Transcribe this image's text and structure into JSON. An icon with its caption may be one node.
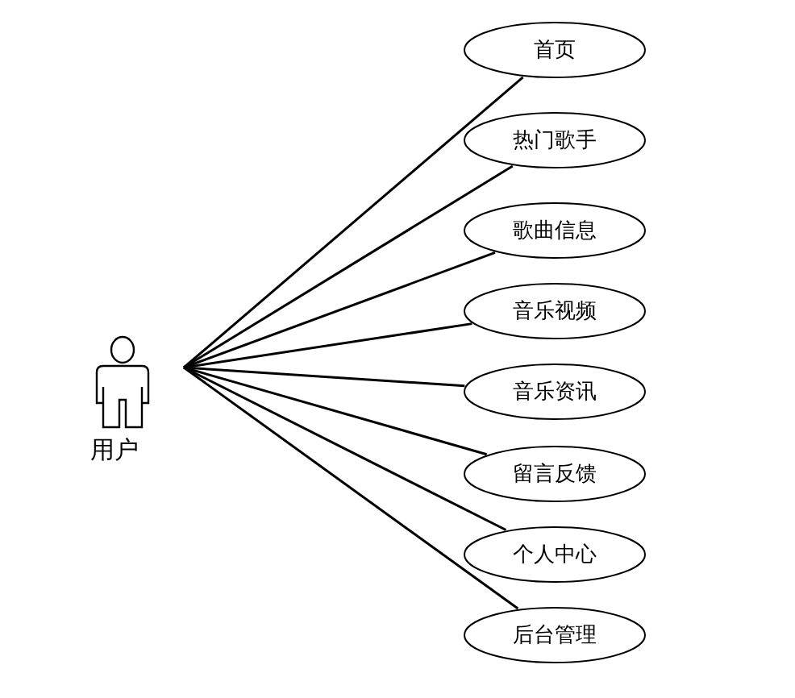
{
  "diagram": {
    "nodes": [
      {
        "text": [
          "用户"
        ]
      },
      {
        "text": [
          "首页"
        ]
      },
      {
        "text": [
          "热门歌手"
        ]
      },
      {
        "text": [
          "歌曲信息"
        ]
      },
      {
        "text": [
          "音乐视频"
        ]
      },
      {
        "text": [
          "音乐资讯"
        ]
      },
      {
        "text": [
          "留言反馈"
        ]
      },
      {
        "text": [
          "个人中心"
        ]
      },
      {
        "text": [
          "后台管理"
        ]
      }
    ],
    "edges": [
      {
        "from": 0,
        "to": 1,
        "arrow": "none"
      },
      {
        "from": 0,
        "to": 2,
        "arrow": "none"
      },
      {
        "from": 0,
        "to": 3,
        "arrow": "none"
      },
      {
        "from": 0,
        "to": 4,
        "arrow": "none"
      },
      {
        "from": 0,
        "to": 5,
        "arrow": "none"
      },
      {
        "from": 0,
        "to": 6,
        "arrow": "none"
      },
      {
        "from": 0,
        "to": 7,
        "arrow": "none"
      },
      {
        "from": 0,
        "to": 8,
        "arrow": "none"
      }
    ]
  }
}
